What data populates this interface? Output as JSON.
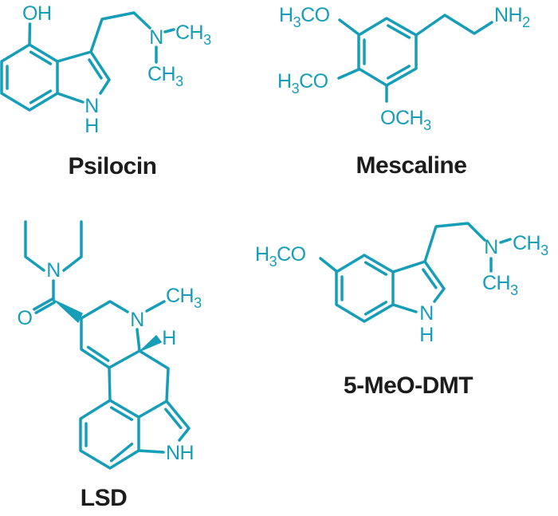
{
  "figure": {
    "type": "chemical-structure-diagram",
    "background": "#FFFFFF"
  },
  "colors": {
    "bond": "#169DB8",
    "name_label": "#1C1C1C",
    "background": "#FFFFFF"
  },
  "molecules": {
    "psilocin": {
      "name": "Psilocin",
      "labels": {
        "hydroxyl": "OH",
        "indole_n": "N",
        "indole_h": "H",
        "amine_n": "N",
        "methyl_right": "CH",
        "methyl_right_sub": "3",
        "methyl_down": "CH",
        "methyl_down_sub": "3"
      }
    },
    "mescaline": {
      "name": "Mescaline",
      "labels": {
        "methoxy_top_h": "H",
        "methoxy_top_sub": "3",
        "methoxy_top_co": "CO",
        "methoxy_mid_h": "H",
        "methoxy_mid_sub": "3",
        "methoxy_mid_co": "CO",
        "methoxy_bottom_och": "OCH",
        "methoxy_bottom_sub": "3",
        "amine_nh": "NH",
        "amine_sub": "2"
      }
    },
    "lsd": {
      "name": "LSD",
      "labels": {
        "amide_n": "N",
        "carbonyl_o": "O",
        "ring_n": "N",
        "n_methyl": "CH",
        "n_methyl_sub": "3",
        "stereo_h": "H",
        "indole_nh": "NH"
      }
    },
    "meo_dmt": {
      "name": "5-MeO-DMT",
      "labels": {
        "methoxy_h": "H",
        "methoxy_sub": "3",
        "methoxy_co": "CO",
        "indole_n": "N",
        "indole_h": "H",
        "amine_n": "N",
        "methyl_right": "CH",
        "methyl_right_sub": "3",
        "methyl_down": "CH",
        "methyl_down_sub": "3"
      }
    }
  }
}
